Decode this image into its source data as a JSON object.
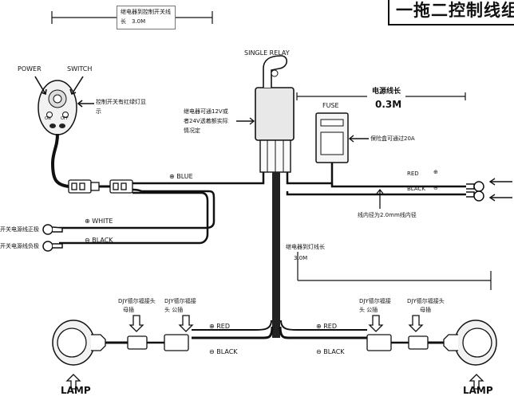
{
  "title": "一拖二控制线组",
  "top_note": {
    "line1": "继电器到控制开关线",
    "line2": "长　3.0M"
  },
  "switch": {
    "power": "POWER",
    "switch": "SWITCH",
    "on": "ON",
    "off": "OFF",
    "note_line1": "控制开关有红绿灯显",
    "note_line2": "示"
  },
  "relay": {
    "label": "SINGLE RELAY",
    "note_line1": "继电器可通12V或",
    "note_line2": "者24V透着额实际",
    "note_line3": "情况定"
  },
  "fuse": {
    "label": "FUSE",
    "note": "保险盒可通过20A"
  },
  "power_line": {
    "label": "电源线长",
    "length": "0.3M"
  },
  "wire_labels": {
    "blue": "⊕ BLUE",
    "white": "⊕ WHITE",
    "black_left": "⊖ BLACK",
    "red_right": "RED",
    "black_right": "BLACK",
    "plus": "⊕",
    "minus": "⊖",
    "red_bottom_left": "⊕ RED",
    "black_bottom_left": "⊖ BLACK",
    "red_bottom_right": "⊕ RED",
    "black_bottom_right": "⊖ BLACK"
  },
  "terminals": {
    "positive": "开关电源线正极",
    "negative": "开关电源线负极"
  },
  "wire_gauge_note": "线内径为2.0mm线内径",
  "lamp_wire_note": {
    "line1": "继电器到灯线长",
    "line2": "3.0M"
  },
  "connectors": {
    "c1_line1": "DJY德尔福接头",
    "c1_line2": "母插",
    "c2_line1": "DJY德尔福接",
    "c2_line2": "头 公插",
    "c3_line1": "DJY德尔福接",
    "c3_line2": "头 公插",
    "c4_line1": "DJY德尔福接头",
    "c4_line2": "母插"
  },
  "lamps": {
    "left": "LAMP",
    "right": "LAMP"
  }
}
